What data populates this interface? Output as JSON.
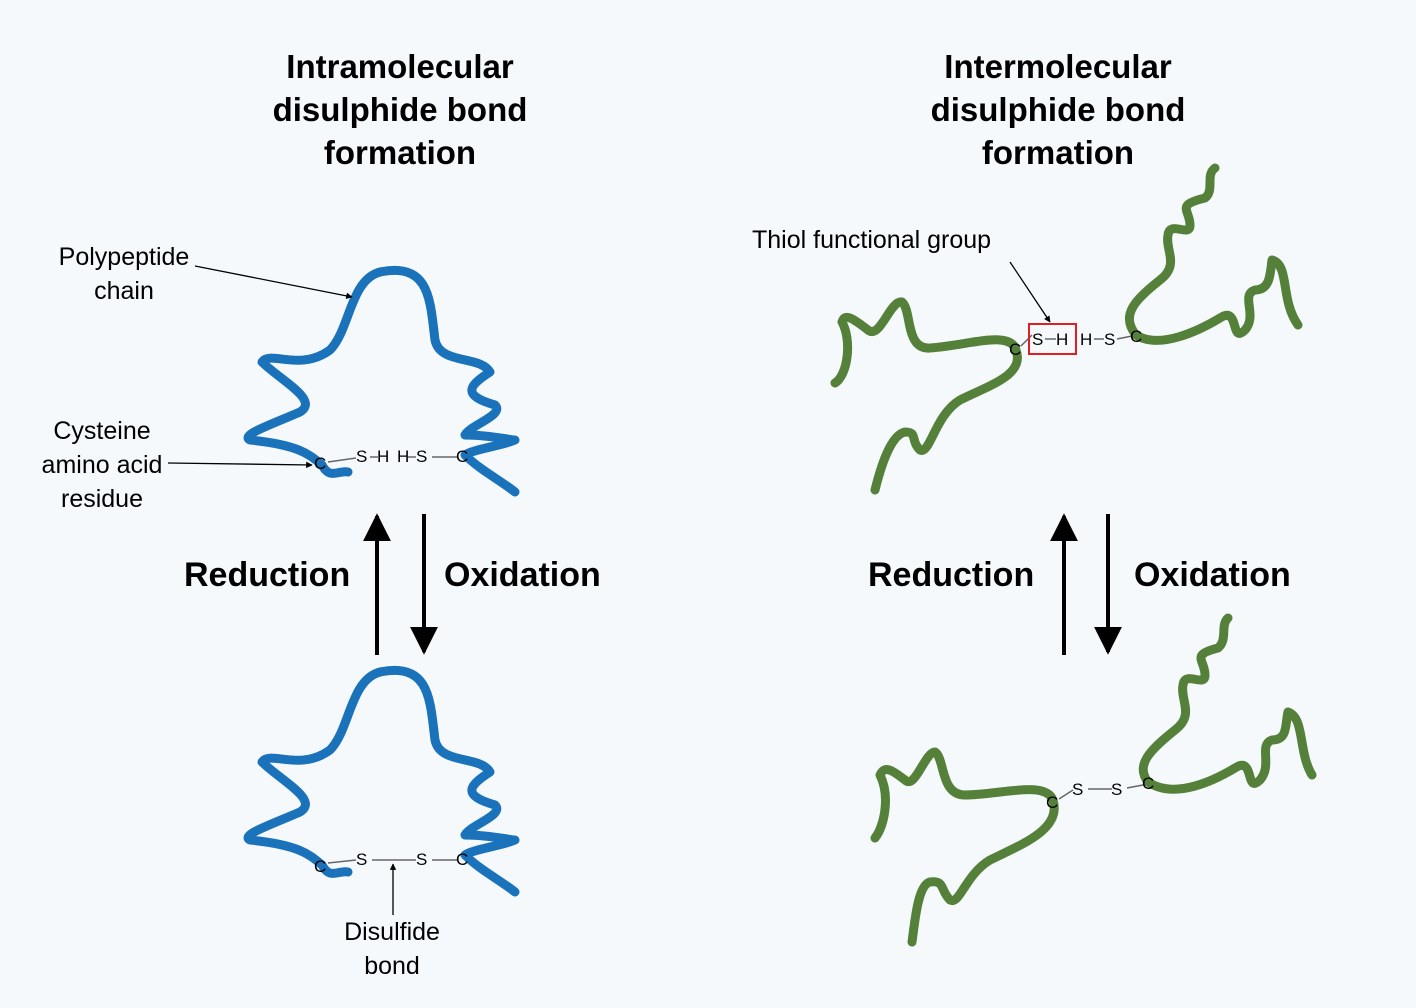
{
  "left_panel": {
    "title": [
      "Intramolecular",
      "disulphide bond",
      "formation"
    ],
    "polypeptide_label": [
      "Polypeptide",
      "chain"
    ],
    "cysteine_label": [
      "Cysteine",
      "amino acid",
      "residue"
    ],
    "reduction_label": "Reduction",
    "oxidation_label": "Oxidation",
    "disulfide_label": [
      "Disulfide",
      "bond"
    ],
    "top_atoms": [
      "C",
      "S",
      "H",
      "H",
      "S",
      "C"
    ],
    "bottom_atoms": [
      "C",
      "S",
      "S",
      "C"
    ]
  },
  "right_panel": {
    "title": [
      "Intermolecular",
      "disulphide bond",
      "formation"
    ],
    "thiol_label": "Thiol functional group",
    "reduction_label": "Reduction",
    "oxidation_label": "Oxidation",
    "top_atoms": [
      "C",
      "S",
      "H",
      "H",
      "S",
      "C"
    ],
    "bottom_atoms": [
      "C",
      "S",
      "S",
      "C"
    ]
  },
  "colors": {
    "chain_intramolecular": "#1a72ba",
    "chain_intermolecular": "#55803a",
    "highlight_box": "#e02020",
    "background": "#f5f9fc"
  }
}
